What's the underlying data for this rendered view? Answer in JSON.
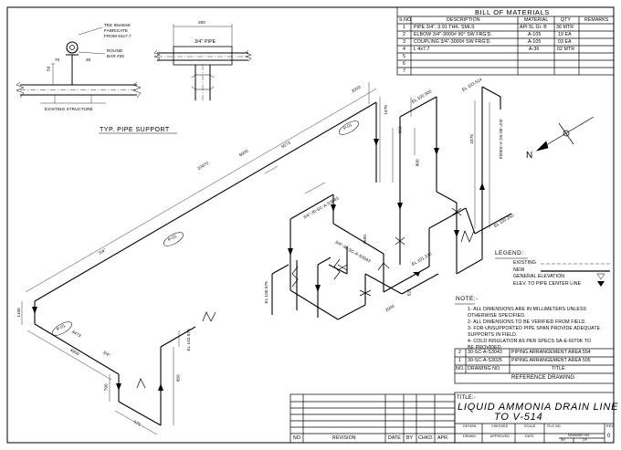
{
  "bom": {
    "title": "BILL OF MATERIALS",
    "headers": [
      "S.NO.",
      "DESCRIPTION",
      "MATERIAL",
      "QTY",
      "REMARKS"
    ],
    "rows": [
      [
        "1",
        "PIPE 3/4\", 3.91 THK. SMLS",
        "API 5L Gr. B",
        "36 MTR",
        ""
      ],
      [
        "2",
        "ELBOW 3/4\"-3000# 90° SW FRG'D.",
        "A-105",
        "19 EA",
        ""
      ],
      [
        "3",
        "COUPLING 3/4\"-3000# SW FRG'D.",
        "A-105",
        "03 EA",
        ""
      ],
      [
        "4",
        "L 4x7.7",
        "A-36",
        "02 MTR",
        ""
      ],
      [
        "5",
        "",
        "",
        "",
        ""
      ],
      [
        "6",
        "",
        "",
        "",
        ""
      ],
      [
        "7",
        "",
        "",
        "",
        ""
      ]
    ]
  },
  "support_detail": {
    "caption": "TYP. PIPE SUPPORT",
    "tee_note_1": "TEE 65x60x8",
    "tee_note_2": "FABRICATE",
    "tee_note_3": "FROM 54x7.7",
    "round_bar_1": "ROUND",
    "round_bar_2": "BAR #20",
    "existing_structure": "EXISTING STRUCTURE",
    "dim_300": "300",
    "pipe_label": "3/4\" PIPE",
    "dim_50": "50",
    "dim_70": "70",
    "dim_30": "30"
  },
  "iso": {
    "north": "N",
    "dims": {
      "d2000": "2000",
      "d6000": "6000",
      "d10470": "10470",
      "d5573": "5573",
      "d1475": "1475",
      "d950": "950",
      "d4900": "4900",
      "d1105": "1105",
      "d575": "575",
      "d790": "790",
      "d4473": "4473",
      "d950b": "950",
      "d525": "525",
      "d2000b": "2000",
      "d800": "800",
      "d1500": "1500",
      "d1575": "1575"
    },
    "pipe_size": "3/4\"",
    "pipe_size_b": "3/4\"",
    "line_1": "3/4\"-30-SC-A-S3043",
    "line_2": "3/4\"-30-SC-A-S3043",
    "line_3": "3/4\"-30-SC-A-S3043",
    "elev_1": "EL 100.500",
    "elev_2": "EL 103.514",
    "elev_3": "EL 100.250",
    "elev_4": "EL 101.225",
    "elev_5": "EL 102.575",
    "elev_6": "EL 100.575",
    "bubble_1": "P-01",
    "bubble_2": "P-01",
    "bubble_3": "P-01"
  },
  "legend": {
    "title": "LEGEND:",
    "items": [
      "EXISTING",
      "NEW",
      "GENERAL ELEVATION",
      "ELEV. TO PIPE CENTER LINE"
    ]
  },
  "notes": {
    "title": "NOTE:-",
    "lines": [
      "1- ALL DIMENSIONS ARE IN MILLIMETERS UNLESS",
      "    OTHERWISE SPECIFIED.",
      "2- ALL DIMENSIONS TO BE VERIFIED FROM FIELD.",
      "3- FOR UNSUPPORTED PIPE SPAN PROVIDE ADEQUATE",
      "    SUPPORTS IN FIELD.",
      "4- COLD INSULATION AS PER SPECS SA-E-6070K TO",
      "    BE PROVIDED."
    ]
  },
  "references": {
    "rows": [
      [
        "2",
        "30-SC-A-S3043",
        "PIPING ARRANGEMENT AREA 554"
      ],
      [
        "1",
        "30-SC-A-S3025",
        "PIPING ARRANGEMENT AREA 505"
      ]
    ],
    "col_no": "NO.",
    "col_drawing": "DRAWING NO.",
    "col_title": "TITLE",
    "caption": "REFERENCE DRAWING"
  },
  "revision_block": {
    "headers": [
      "NO.",
      "REVISION",
      "DATE",
      "BY",
      "CHKD.",
      "APR."
    ]
  },
  "title_block": {
    "label": "TITLE:-",
    "line1": "LIQUID AMMONIA DRAIN LINE",
    "line2": "TO V-514",
    "designed": "DESIGN",
    "checked": "CHECKED",
    "scale": "SCALE",
    "file_no": "FILE NO.",
    "drawn": "DRAWN",
    "approved": "APPROVED",
    "date": "DATE",
    "drawing_no": "DRAWING NO.",
    "rev_label": "REV.",
    "rev_value": "0",
    "sh": "SH",
    "of": "OF"
  }
}
